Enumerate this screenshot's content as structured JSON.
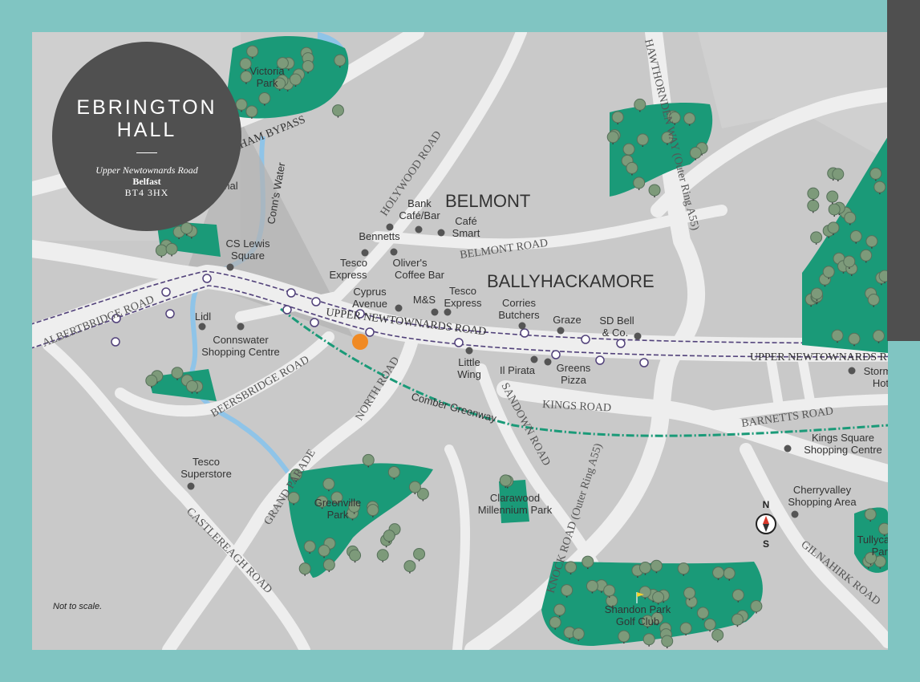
{
  "development": {
    "title_line1": "EBRINGTON",
    "title_line2": "HALL",
    "address_line": "Upper Newtownards Road",
    "city": "Belfast",
    "postcode": "BT4 3HX"
  },
  "note": "Not to scale.",
  "compass": {
    "north": "N",
    "south": "S"
  },
  "colors": {
    "background_border": "#80c5c2",
    "land": "#c9c9c9",
    "roads": "#eeeeee",
    "parks": "#1a9a78",
    "water": "#8fc4e8",
    "route_line": "#51417a",
    "greenway": "#1a9a78",
    "poi_dot": "#555555",
    "location_marker": "#f08a24",
    "badge": "#505050"
  },
  "areas": {
    "belmont": "BELMONT",
    "ballyhackamore": "BALLYHACKAMORE"
  },
  "roads": {
    "albertbridge": "ALBERTBRIDGE ROAD",
    "upper_newtownards_1": "UPPER NEWTOWNARDS ROAD",
    "upper_newtownards_2": "UPPER NEWTOWNARDS R",
    "holywood": "HOLYWOOD ROAD",
    "belmont": "BELMONT ROAD",
    "hawthornden": "HAWTHORNDEN WAY (Outer Ring A55)",
    "beersbridge": "BEERSBRIDGE ROAD",
    "north": "NORTH ROAD",
    "grand_parade": "GRAND PARADE",
    "castlereagh": "CASTLEREAGH ROAD",
    "sandown": "SANDOWN ROAD",
    "kings": "KINGS ROAD",
    "barnetts": "BARNETTS ROAD",
    "knock": "KNOCK ROAD (Outer Ring A55)",
    "gilnahirk": "GILNAHIRK ROAD",
    "bypass": "HAM BYPASS",
    "kr_edge": "K"
  },
  "water_label": "Conn's Water",
  "greenway_label": "Comber Greenway",
  "parks": {
    "victoria_l1": "Victoria",
    "victoria_l2": "Park",
    "greenville_l1": "Greenville",
    "greenville_l2": "Park",
    "clarawood_l1": "Clarawood",
    "clarawood_l2": "Millennium Park",
    "shandon_l1": "Shandon Park",
    "shandon_l2": "Golf Club",
    "tullycarnet_l1": "Tullycarnet",
    "tullycarnet_l2": "Park"
  },
  "pois": {
    "cs_lewis_l1": "CS Lewis",
    "cs_lewis_l2": "Square",
    "lidl": "Lidl",
    "connswater_l1": "Connswater",
    "connswater_l2": "Shopping Centre",
    "tesco_super_l1": "Tesco",
    "tesco_super_l2": "Superstore",
    "bennetts": "Bennetts",
    "bank_l1": "Bank",
    "bank_l2": "Café/Bar",
    "cafe_smart_l1": "Café",
    "cafe_smart_l2": "Smart",
    "tesco_exp1_l1": "Tesco",
    "tesco_exp1_l2": "Express",
    "olivers_l1": "Oliver's",
    "olivers_l2": "Coffee Bar",
    "cyprus_l1": "Cyprus",
    "cyprus_l2": "Avenue",
    "ms": "M&S",
    "tesco_exp2_l1": "Tesco",
    "tesco_exp2_l2": "Express",
    "corries_l1": "Corries",
    "corries_l2": "Butchers",
    "graze": "Graze",
    "sd_bell_l1": "SD Bell",
    "sd_bell_l2": "& Co.",
    "little_wing_l1": "Little",
    "little_wing_l2": "Wing",
    "il_pirata": "Il Pirata",
    "greens_l1": "Greens",
    "greens_l2": "Pizza",
    "stormont_l1": "Stormont",
    "stormont_l2": "Hotel",
    "kings_sq_l1": "Kings Square",
    "kings_sq_l2": "Shopping Centre",
    "cherryvalley_l1": "Cherryvalley",
    "cherryvalley_l2": "Shopping Area"
  },
  "hidden_label_fragment": "nal"
}
